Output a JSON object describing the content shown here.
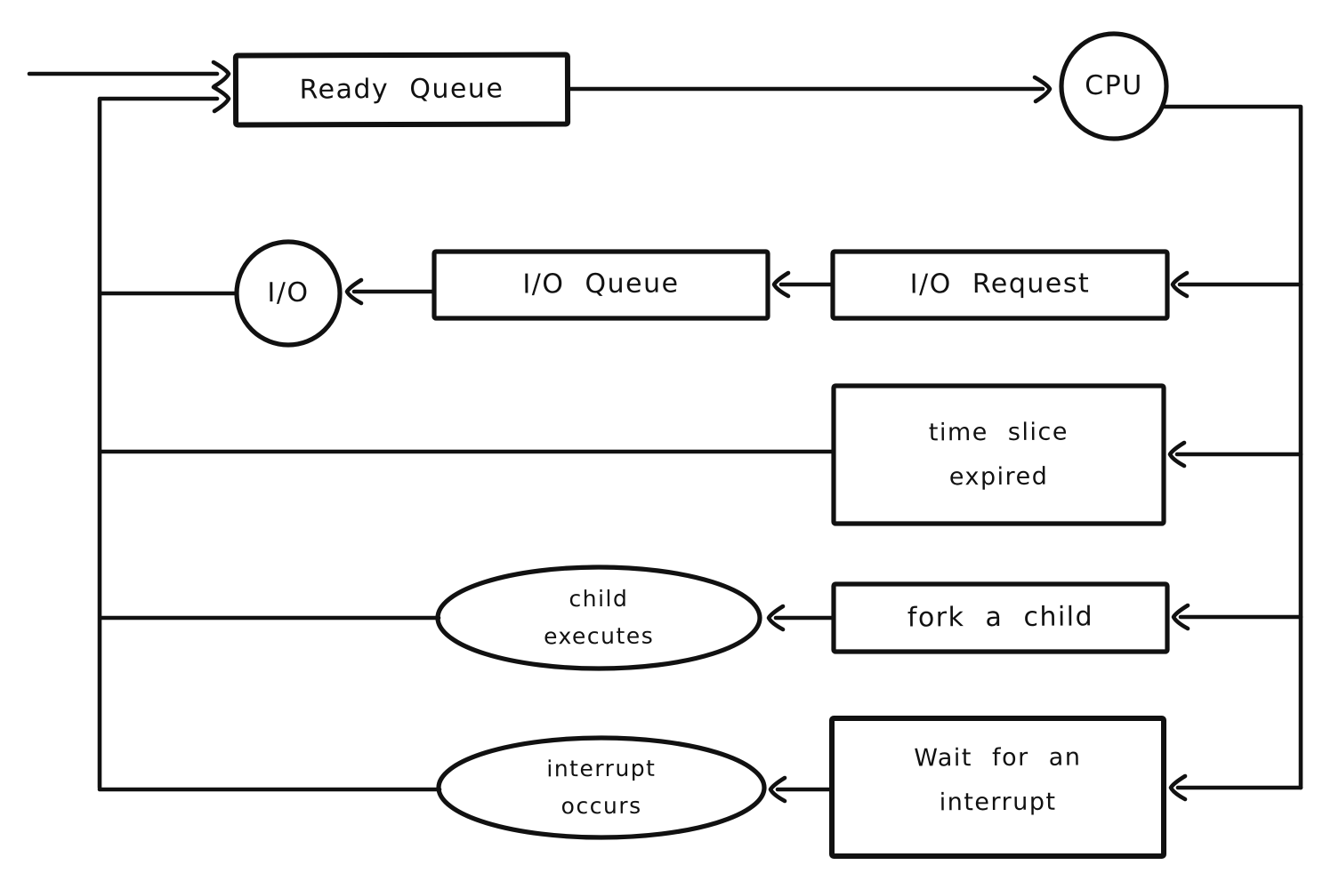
{
  "diagram": {
    "type": "flowchart",
    "style": "hand-drawn, black ink on white",
    "ink_color": "#111111",
    "background_color": "#ffffff"
  },
  "nodes": {
    "ready_queue": {
      "shape": "rectangle",
      "label": "Ready Queue"
    },
    "cpu": {
      "shape": "circle",
      "label": "CPU"
    },
    "io": {
      "shape": "circle",
      "label": "I/O"
    },
    "io_queue": {
      "shape": "rectangle",
      "label": "I/O Queue"
    },
    "io_request": {
      "shape": "rectangle",
      "label": "I/O Request"
    },
    "time_slice": {
      "shape": "rectangle",
      "line1": "time slice",
      "line2": "expired"
    },
    "fork_child": {
      "shape": "rectangle",
      "label": "fork a child"
    },
    "child_executes": {
      "shape": "ellipse",
      "line1": "child",
      "line2": "executes"
    },
    "wait_interrupt": {
      "shape": "rectangle",
      "line1": "Wait for an",
      "line2": "interrupt"
    },
    "interrupt_occurs": {
      "shape": "ellipse",
      "line1": "interrupt",
      "line2": "occurs"
    }
  },
  "edges": [
    {
      "from": "external",
      "to": "ready_queue",
      "arrow": true
    },
    {
      "from": "feedback-left-line",
      "to": "ready_queue",
      "arrow": true
    },
    {
      "from": "ready_queue",
      "to": "cpu",
      "arrow": true
    },
    {
      "from": "cpu",
      "to": "io_request",
      "arrow": true
    },
    {
      "from": "io_request",
      "to": "io_queue",
      "arrow": true
    },
    {
      "from": "io_queue",
      "to": "io",
      "arrow": true
    },
    {
      "from": "io",
      "to": "feedback-left-line",
      "arrow": false
    },
    {
      "from": "cpu",
      "to": "time_slice",
      "arrow": true
    },
    {
      "from": "time_slice",
      "to": "feedback-left-line",
      "arrow": false
    },
    {
      "from": "cpu",
      "to": "fork_child",
      "arrow": true
    },
    {
      "from": "fork_child",
      "to": "child_executes",
      "arrow": true
    },
    {
      "from": "child_executes",
      "to": "feedback-left-line",
      "arrow": false
    },
    {
      "from": "cpu",
      "to": "wait_interrupt",
      "arrow": true
    },
    {
      "from": "wait_interrupt",
      "to": "interrupt_occurs",
      "arrow": true
    },
    {
      "from": "interrupt_occurs",
      "to": "feedback-left-line",
      "arrow": false
    }
  ]
}
